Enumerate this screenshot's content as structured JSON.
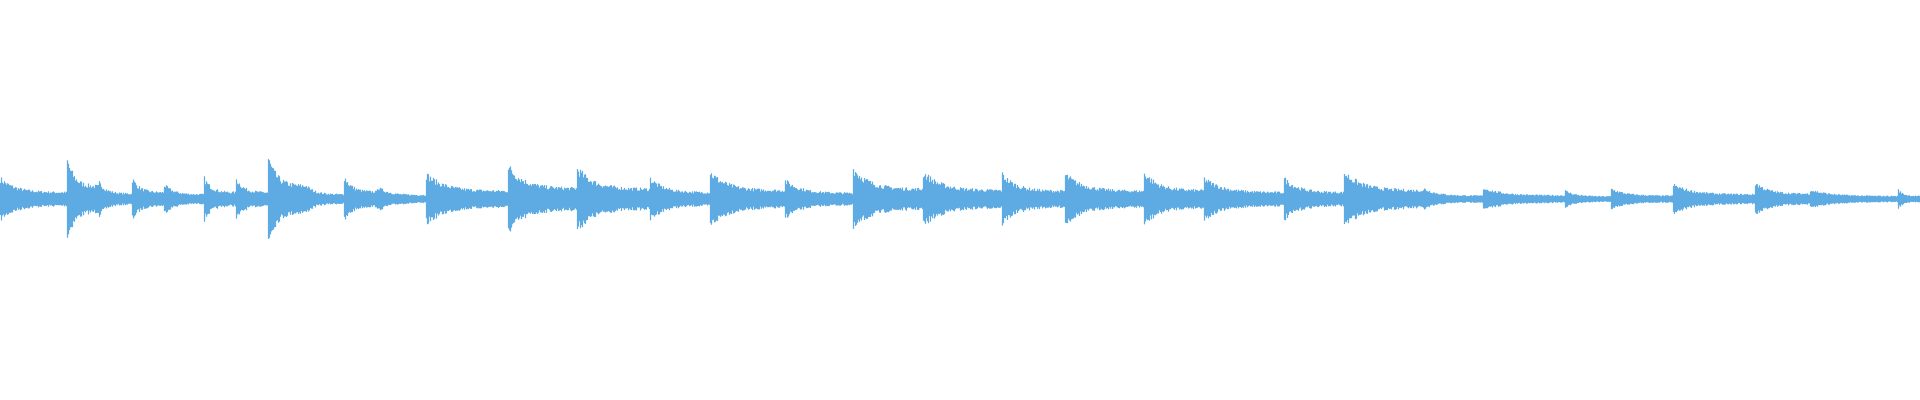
{
  "chart_data": {
    "type": "area",
    "title": "",
    "xlabel": "",
    "ylabel": "",
    "ylim": [
      -1,
      1
    ],
    "grid": false,
    "color": "#5dabe2",
    "events": [
      {
        "dur": 55,
        "peak": 0.1
      },
      {
        "dur": 26,
        "peak": 0.19
      },
      {
        "dur": 27,
        "peak": 0.08
      },
      {
        "dur": 26,
        "peak": 0.1
      },
      {
        "dur": 33,
        "peak": 0.07
      },
      {
        "dur": 26,
        "peak": 0.1
      },
      {
        "dur": 26,
        "peak": 0.1
      },
      {
        "dur": 30,
        "peak": 0.2
      },
      {
        "dur": 32,
        "peak": 0.07
      },
      {
        "dur": 27,
        "peak": 0.11
      },
      {
        "dur": 40,
        "peak": 0.06
      },
      {
        "dur": 67,
        "peak": 0.12
      },
      {
        "dur": 56,
        "peak": 0.16
      },
      {
        "dur": 60,
        "peak": 0.15
      },
      {
        "dur": 49,
        "peak": 0.1
      },
      {
        "dur": 61,
        "peak": 0.13
      },
      {
        "dur": 56,
        "peak": 0.09
      },
      {
        "dur": 57,
        "peak": 0.15
      },
      {
        "dur": 64,
        "peak": 0.13
      },
      {
        "dur": 52,
        "peak": 0.12
      },
      {
        "dur": 64,
        "peak": 0.12
      },
      {
        "dur": 49,
        "peak": 0.13
      },
      {
        "dur": 66,
        "peak": 0.1
      },
      {
        "dur": 49,
        "peak": 0.1
      },
      {
        "dur": 65,
        "peak": 0.13
      },
      {
        "dur": 48,
        "peak": 0.05
      },
      {
        "dur": 67,
        "peak": 0.055
      },
      {
        "dur": 38,
        "peak": 0.04
      },
      {
        "dur": 50,
        "peak": 0.05
      },
      {
        "dur": 67,
        "peak": 0.07
      },
      {
        "dur": 45,
        "peak": 0.08
      },
      {
        "dur": 72,
        "peak": 0.045
      },
      {
        "dur": 18,
        "peak": 0.045
      }
    ]
  }
}
